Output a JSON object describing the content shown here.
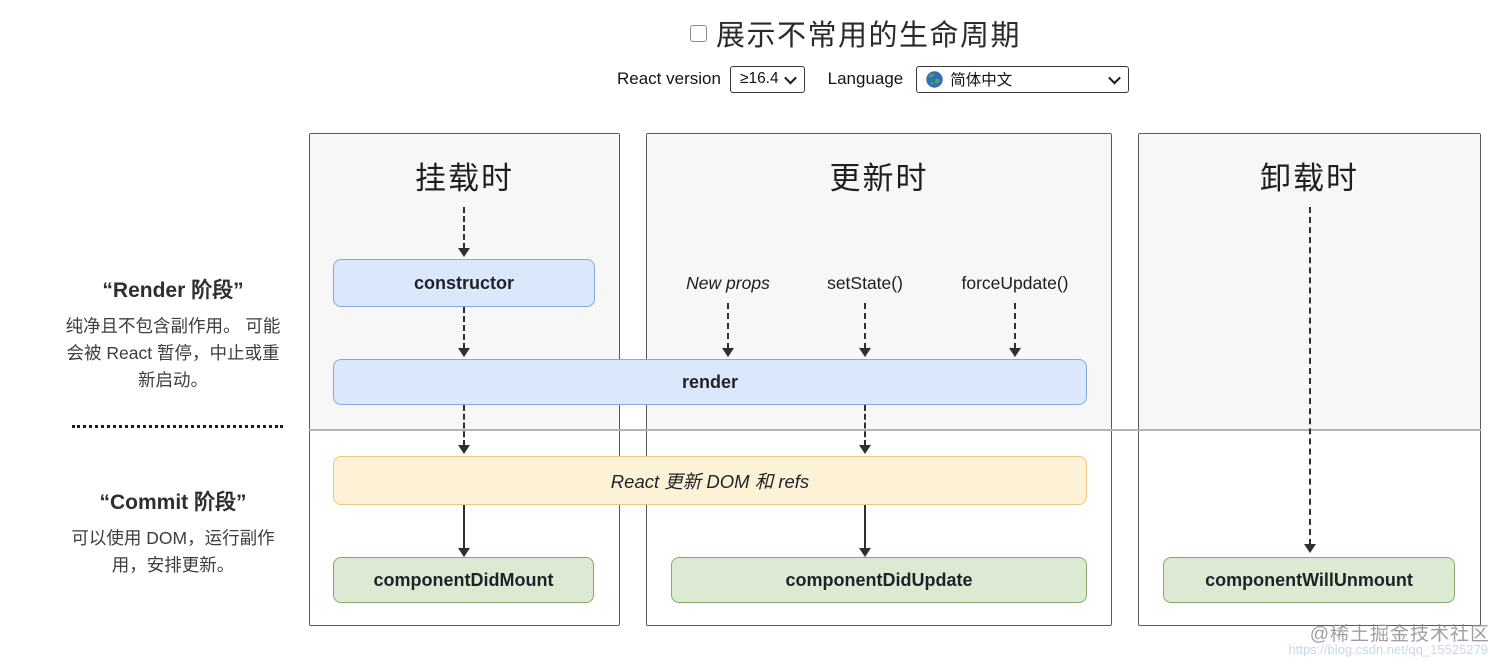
{
  "header": {
    "title": "展示不常用的生命周期",
    "show_less_common_checked": false,
    "react_version_label": "React version",
    "react_version_value": "≥16.4",
    "language_label": "Language",
    "language_value": "简体中文",
    "language_icon": "globe-icon"
  },
  "phases": {
    "render": {
      "title": "“Render 阶段”",
      "description": "纯净且不包含副作用。 可能会被 React 暂停，中止或重新启动。"
    },
    "commit": {
      "title": "“Commit 阶段”",
      "description": "可以使用 DOM，运行副作用，安排更新。"
    }
  },
  "columns": [
    {
      "title": "挂载时"
    },
    {
      "title": "更新时",
      "triggers": [
        "New props",
        "setState()",
        "forceUpdate()"
      ]
    },
    {
      "title": "卸载时"
    }
  ],
  "lifecycle": {
    "constructor_label": "constructor",
    "render_label": "render",
    "react_dom_update_label": "React 更新 DOM 和 refs",
    "component_did_mount_label": "componentDidMount",
    "component_did_update_label": "componentDidUpdate",
    "component_will_unmount_label": "componentWillUnmount"
  },
  "watermark": {
    "line1": "@稀土掘金技术社区",
    "line2": "https://blog.csdn.net/qq_15525279"
  },
  "colors": {
    "node_blue_bg": "#dbe7fb",
    "node_blue_border": "#84a9e0",
    "node_yellow_bg": "#fdf2d5",
    "node_yellow_border": "#e9c981",
    "node_green_bg": "#dcead3",
    "node_green_border": "#84aa67",
    "render_phase_bg": "#f7f7f7",
    "panel_border": "#5a5a5a",
    "arrow": "#2f2f2f"
  }
}
